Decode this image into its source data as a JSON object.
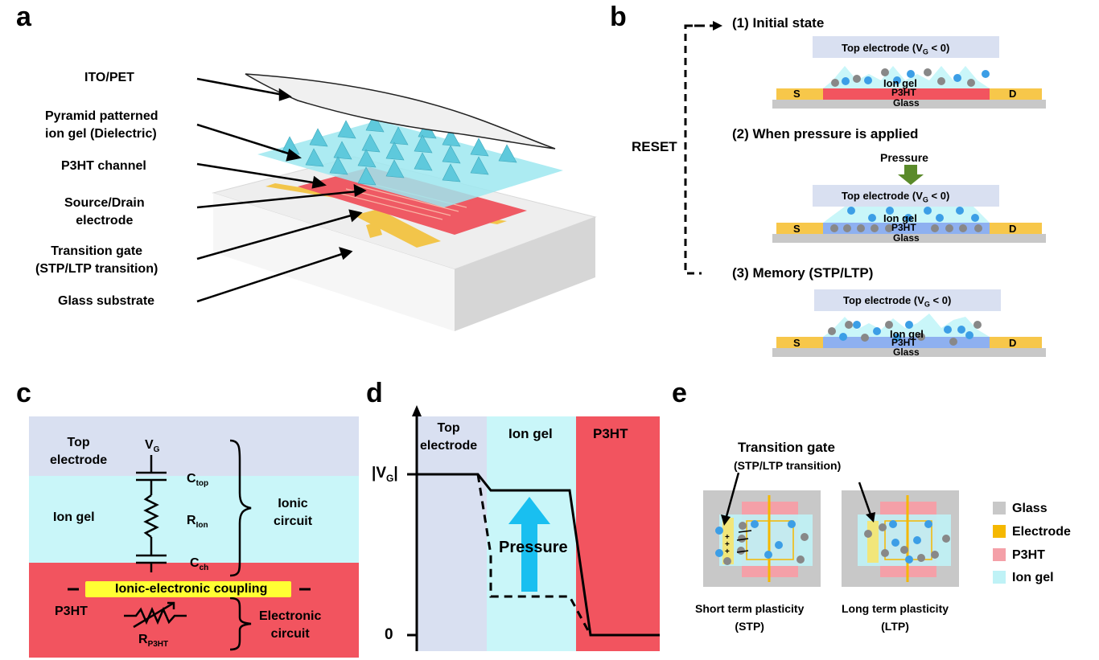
{
  "panels": {
    "a": "a",
    "b": "b",
    "c": "c",
    "d": "d",
    "e": "e"
  },
  "a": {
    "labels": [
      "ITO/PET",
      "Pyramid patterned\nion gel (Dielectric)",
      "P3HT channel",
      "Source/Drain\nelectrode",
      "Transition gate\n(STP/LTP transition)",
      "Glass substrate"
    ]
  },
  "b": {
    "reset": "RESET",
    "states": [
      {
        "title": "(1) Initial state",
        "top": "Top electrode (V",
        "sub": "G",
        "tail": " < 0)",
        "gel": "Ion gel",
        "channel": "P3HT",
        "glass": "Glass",
        "s": "S",
        "d": "D"
      },
      {
        "title": "(2) When pressure is applied",
        "top": "Top electrode (V",
        "sub": "G",
        "tail": " < 0)",
        "gel": "Ion gel",
        "channel": "P3HT",
        "glass": "Glass",
        "s": "S",
        "d": "D"
      },
      {
        "title": "(3) Memory (STP/LTP)",
        "top": "Top electrode (V",
        "sub": "G",
        "tail": " < 0)",
        "gel": "Ion gel",
        "channel": "P3HT",
        "glass": "Glass",
        "s": "S",
        "d": "D"
      }
    ],
    "pressure": "Pressure"
  },
  "c": {
    "top_electrode": "Top\nelectrode",
    "ion_gel": "Ion gel",
    "p3ht": "P3HT",
    "vg": "V",
    "vg_sub": "G",
    "ctop": "C",
    "ctop_sub": "top",
    "rion": "R",
    "rion_sub": "Ion",
    "cch": "C",
    "cch_sub": "ch",
    "rp3ht": "R",
    "rp3ht_sub": "P3HT",
    "ionic_circuit": "Ionic\ncircuit",
    "electronic_circuit": "Electronic\ncircuit",
    "coupling": "Ionic-electronic coupling"
  },
  "d": {
    "top_electrode": "Top\nelectrode",
    "ion_gel": "Ion gel",
    "p3ht": "P3HT",
    "vg": "|V",
    "vg_sub": "G",
    "vg_tail": "|",
    "zero": "0",
    "pressure": "Pressure"
  },
  "e": {
    "gate_title": "Transition gate",
    "gate_sub": "(STP/LTP transition)",
    "stp": "Short term plasticity\n(STP)",
    "ltp": "Long term plasticity\n(LTP)",
    "legend": [
      {
        "label": "Glass",
        "color": "#c8c8c8"
      },
      {
        "label": "Electrode",
        "color": "#f5b800"
      },
      {
        "label": "P3HT",
        "color": "#f4a0a8"
      },
      {
        "label": "Ion gel",
        "color": "#bff2f6"
      }
    ]
  },
  "colors": {
    "electrode_blue": "#d9e0f1",
    "ion_gel": "#c9f6f9",
    "p3ht": "#f2545f",
    "p3ht_doped": "#8eb0f0",
    "gold": "#f7c74a",
    "glass": "#c8c8c8",
    "arrow_cyan": "#19bff0",
    "pressure_green": "#5a8a2a",
    "coupling_yellow": "#ffff33"
  }
}
